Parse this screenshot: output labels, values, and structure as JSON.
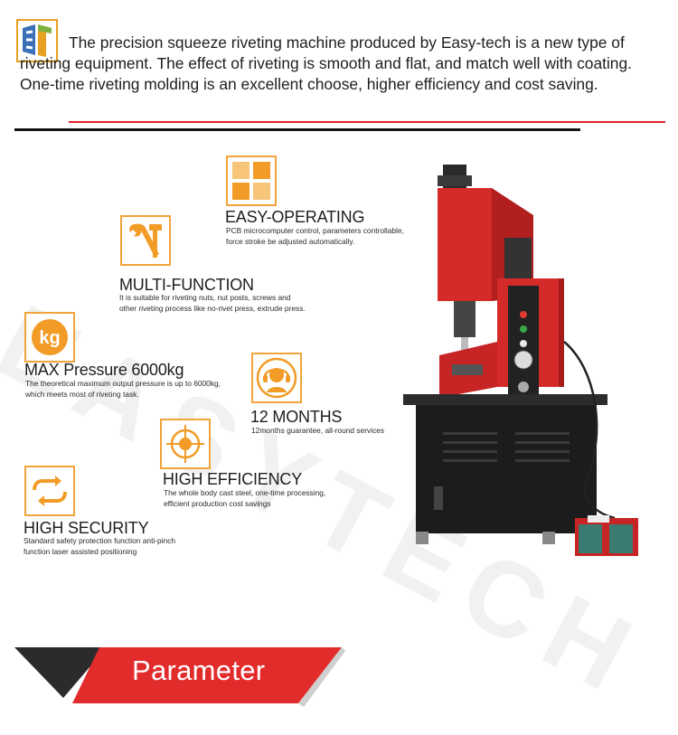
{
  "intro": {
    "text": "The precision squeeze riveting machine produced by Easy-tech is a new type of riveting equipment. The effect of riveting is smooth and flat, and match well with coating. One-time riveting molding is an excellent choose, higher efficiency and cost saving."
  },
  "features": [
    {
      "title": "EASY-OPERATING",
      "desc": [
        "PCB microcomputer control, parameters controllable,",
        "force stroke be adjusted  automatically."
      ],
      "icon": "grid-squares-icon"
    },
    {
      "title": "MULTI-FUNCTION",
      "desc": [
        "It is suitable for riveting nuts, nut posts, screws and",
        "other riveting process like no-rivet press, extrude press."
      ],
      "icon": "tools-icon"
    },
    {
      "title": "MAX Pressure 6000kg",
      "desc": [
        "The theoretical maximum output pressure is up to 6000kg,",
        "which meets most of riveting task."
      ],
      "icon": "kg-weight-icon"
    },
    {
      "title": "12 MONTHS",
      "desc": [
        "12months guarantee, all-round services"
      ],
      "icon": "headset-support-icon"
    },
    {
      "title": "HIGH EFFICIENCY",
      "desc": [
        "The whole body cast steel, one-time processing,",
        "efficient production cost savings"
      ],
      "icon": "target-icon"
    },
    {
      "title": "HIGH SECURITY",
      "desc": [
        "Standard safety protection function anti-pinch",
        "function laser assisted positioning"
      ],
      "icon": "refresh-cycle-icon"
    }
  ],
  "section": {
    "label": "Parameter"
  },
  "colors": {
    "accent": "#f2a33a",
    "brand_red": "#d9242b",
    "dark": "#1a1a1a"
  }
}
